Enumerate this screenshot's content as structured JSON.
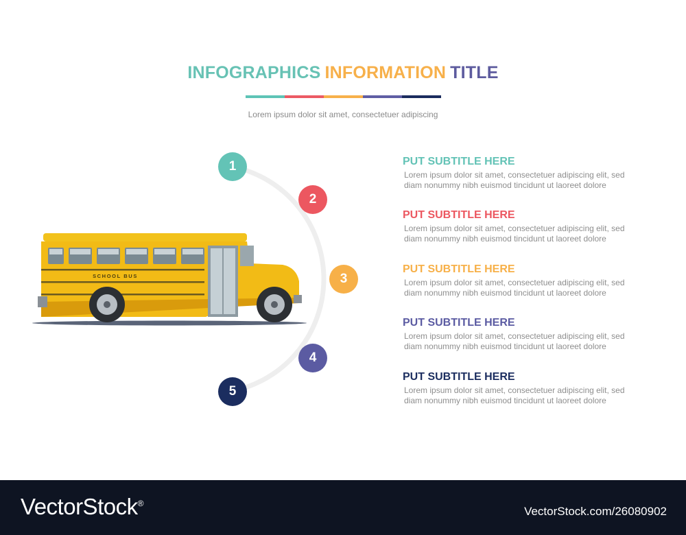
{
  "title": {
    "word1": "INFOGRAPHICS",
    "word2": "INFORMATION",
    "word3": "TITLE",
    "colors": [
      "#67c2b4",
      "#f7b04a",
      "#5d5b9e"
    ]
  },
  "rule_colors": [
    "#5ec4b6",
    "#ec5a64",
    "#f7b04a",
    "#5f5ea4",
    "#1b2c5e"
  ],
  "tagline": "Lorem ipsum dolor sit amet, consectetuer adipiscing",
  "bus_label": "SCHOOL BUS",
  "steps": [
    {
      "number": "1",
      "color": "#63c3b6",
      "subtitle": "PUT SUBTITLE HERE",
      "line1": "Lorem ipsum dolor sit amet, consectetuer adipiscing elit, sed",
      "line2": "diam nonummy nibh euismod tincidunt ut laoreet dolore"
    },
    {
      "number": "2",
      "color": "#ec5760",
      "subtitle": "PUT SUBTITLE HERE",
      "line1": "Lorem ipsum dolor sit amet, consectetuer adipiscing elit, sed",
      "line2": "diam nonummy nibh euismod tincidunt ut laoreet dolore"
    },
    {
      "number": "3",
      "color": "#f7b048",
      "subtitle": "PUT SUBTITLE HERE",
      "line1": "Lorem ipsum dolor sit amet, consectetuer adipiscing elit, sed",
      "line2": "diam nonummy nibh euismod tincidunt ut laoreet dolore"
    },
    {
      "number": "4",
      "color": "#5b5ba2",
      "subtitle": "PUT SUBTITLE HERE",
      "line1": "Lorem ipsum dolor sit amet, consectetuer adipiscing elit, sed",
      "line2": "diam nonummy nibh euismod tincidunt ut laoreet dolore"
    },
    {
      "number": "5",
      "color": "#1b2d5f",
      "subtitle": "PUT SUBTITLE HERE",
      "line1": "Lorem ipsum dolor sit amet, consectetuer adipiscing elit, sed",
      "line2": "diam nonummy nibh euismod tincidunt ut laoreet dolore"
    }
  ],
  "footer": {
    "brand": "VectorStock",
    "registered": "®",
    "id": "VectorStock.com/26080902"
  }
}
